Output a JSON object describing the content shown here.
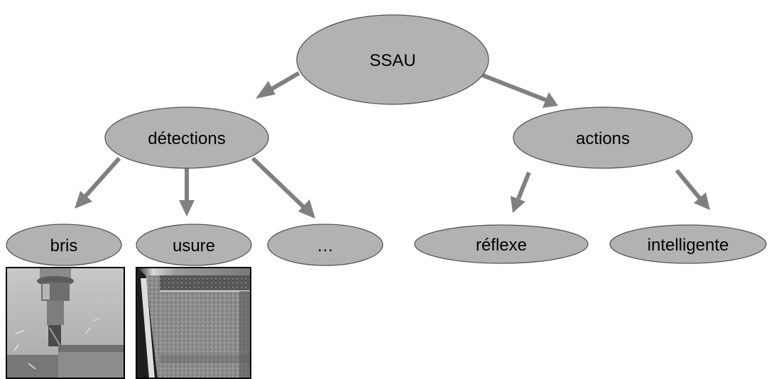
{
  "diagram": {
    "nodes": {
      "ssau": "SSAU",
      "detections": "détections",
      "actions": "actions",
      "bris": "bris",
      "usure": "usure",
      "more": "…",
      "reflexe": "réflexe",
      "intelligente": "intelligente"
    },
    "edges": [
      {
        "from": "ssau",
        "to": "detections"
      },
      {
        "from": "ssau",
        "to": "actions"
      },
      {
        "from": "detections",
        "to": "bris"
      },
      {
        "from": "detections",
        "to": "usure"
      },
      {
        "from": "detections",
        "to": "more"
      },
      {
        "from": "actions",
        "to": "reflexe"
      },
      {
        "from": "actions",
        "to": "intelligente"
      }
    ],
    "images": {
      "bris": "milling-tool-breakage-photo",
      "usure": "tool-wear-surface-photo"
    },
    "colors": {
      "node_fill": "#b2b2b2",
      "arrow": "#808080"
    }
  }
}
